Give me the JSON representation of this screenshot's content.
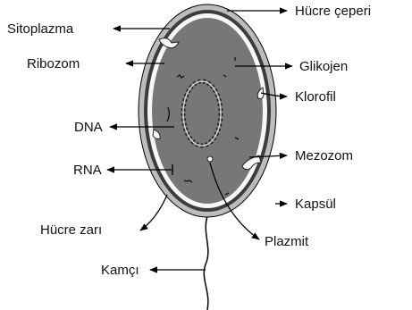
{
  "diagram": {
    "labels": {
      "sitoplazma": "Sitoplazma",
      "ribozom": "Ribozom",
      "dna": "DNA",
      "rna": "RNA",
      "hucre_zari": "Hücre zarı",
      "kamci": "Kamçı",
      "hucre_ceperi": "Hücre çeperi",
      "glikojen": "Glikojen",
      "klorofil": "Klorofil",
      "mezozom": "Mezozom",
      "kapsul": "Kapsül",
      "plazmit": "Plazmit"
    },
    "colors": {
      "capsule": "#bcbcbc",
      "wall": "#3c3c3c",
      "membrane": "#f7f7f7",
      "cytoplasm": "#777777",
      "dna": "#222222",
      "line": "#000000",
      "text": "#111111"
    }
  }
}
